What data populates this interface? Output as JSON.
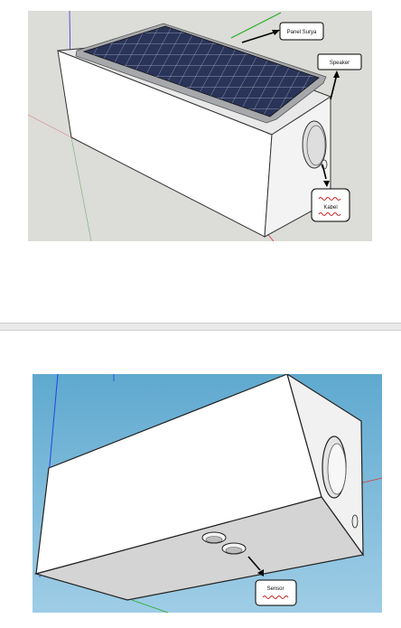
{
  "figures": [
    {
      "callouts": {
        "panel": "Panel Surya",
        "speaker": "Speaker",
        "cable": "Kabel"
      }
    },
    {
      "callouts": {
        "sensor": "Sensor"
      }
    }
  ],
  "colors": {
    "viewport_top_background": "#dcdcd8",
    "viewport_bottom_sky_top": "#5fa9cf",
    "viewport_bottom_sky_bottom": "#9fcde6",
    "box_face": "#ffffff",
    "box_shade": "#d4d4d4",
    "solar_cell": "#2a3459",
    "solar_frame": "#a6a8ab",
    "callout_mark": "#cc2222",
    "axis_red": "#d33",
    "axis_green": "#2a2",
    "axis_blue": "#2244dd"
  }
}
